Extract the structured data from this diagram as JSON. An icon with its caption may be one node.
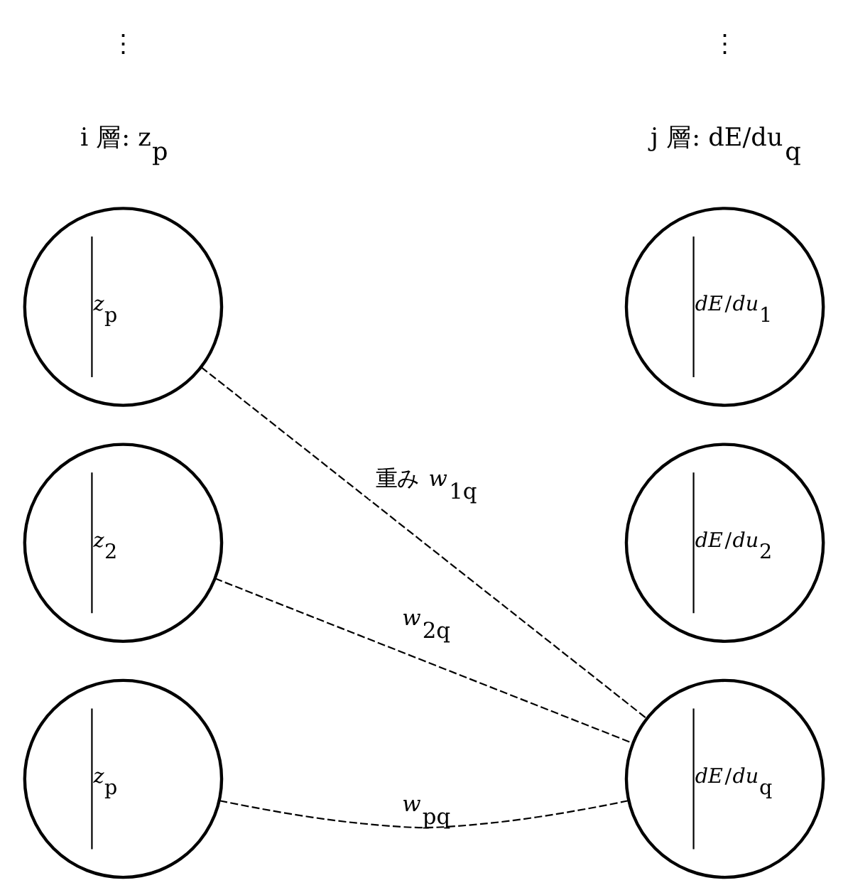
{
  "diagram": {
    "nodes": [
      {
        "text": [
          "*z*$_{p}$"
        ]
      },
      {
        "text": [
          "*z*$_{2}$"
        ]
      },
      {
        "text": [
          "*z*$_{p}$"
        ]
      },
      {
        "text": [
          "*dE*/*du*$_{1}$"
        ]
      },
      {
        "text": [
          "*dE*/*du*$_{2}$"
        ]
      },
      {
        "text": [
          "*dE*/*du*$_{q}$"
        ]
      }
    ],
    "edges": [
      {
        "from": 0,
        "to": 5,
        "arrow": "none",
        "style": "dashed",
        "label": "重み *w*$_{1q}$"
      },
      {
        "from": 1,
        "to": 5,
        "arrow": "none",
        "style": "dashed",
        "label": "*w*$_{2q}$"
      },
      {
        "from": 2,
        "to": 5,
        "arrow": "none",
        "style": "dashed",
        "label": "*w*$_{pq}$"
      }
    ],
    "labels": [
      "i 層: z$_{p}$",
      "j 層: dE/du$_{q}$",
      "⋮",
      "⋮"
    ]
  }
}
